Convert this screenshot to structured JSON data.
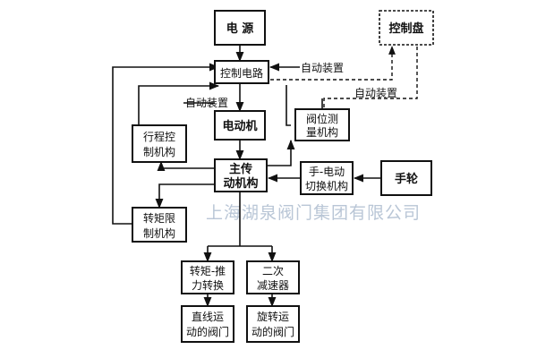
{
  "boxes": {
    "power": "电 源",
    "control_panel": "控制盘",
    "control_circuit": "控制电路",
    "motor": "电动机",
    "travel_control_1": "行程控",
    "travel_control_2": "制机构",
    "valve_measure_1": "阀位测",
    "valve_measure_2": "量机构",
    "main_drive_1": "主传",
    "main_drive_2": "动机构",
    "switch_1": "手-电动",
    "switch_2": "切换机构",
    "handwheel": "手轮",
    "torque_limit_1": "转矩限",
    "torque_limit_2": "制机构",
    "torque_thrust_1": "转矩-推",
    "torque_thrust_2": "力转换",
    "reducer_1": "二次",
    "reducer_2": "减速器",
    "linear_1": "直线运",
    "linear_2": "动的阀门",
    "rotary_1": "旋转运",
    "rotary_2": "动的阀门"
  },
  "notes": {
    "auto_device_1": "自动装置",
    "auto_device_2": "自动装置",
    "auto_device_3": "自动装置"
  },
  "watermark": "上海湖泉阀门集团有限公司"
}
